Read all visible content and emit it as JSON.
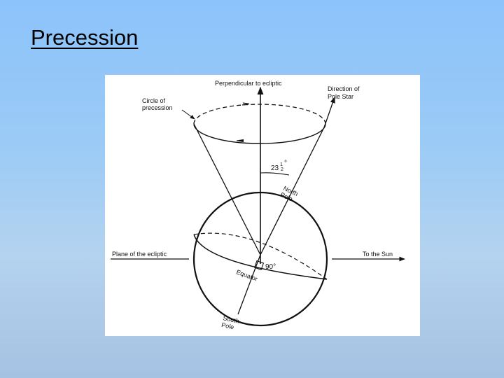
{
  "slide": {
    "title": "Precession"
  },
  "diagram": {
    "labels": {
      "perpendicular": "Perpendicular to ecliptic",
      "circle_line1": "Circle of",
      "circle_line2": "precession",
      "direction_line1": "Direction of",
      "direction_line2": "Pole Star",
      "tilt_whole": "23",
      "tilt_num": "1",
      "tilt_den": "2",
      "tilt_deg": "°",
      "north_line1": "North",
      "north_line2": "Pole",
      "plane": "Plane of the ecliptic",
      "sun": "To the Sun",
      "right_angle": "90°",
      "equator": "Equator",
      "south_line1": "South",
      "south_line2": "Pole"
    }
  }
}
